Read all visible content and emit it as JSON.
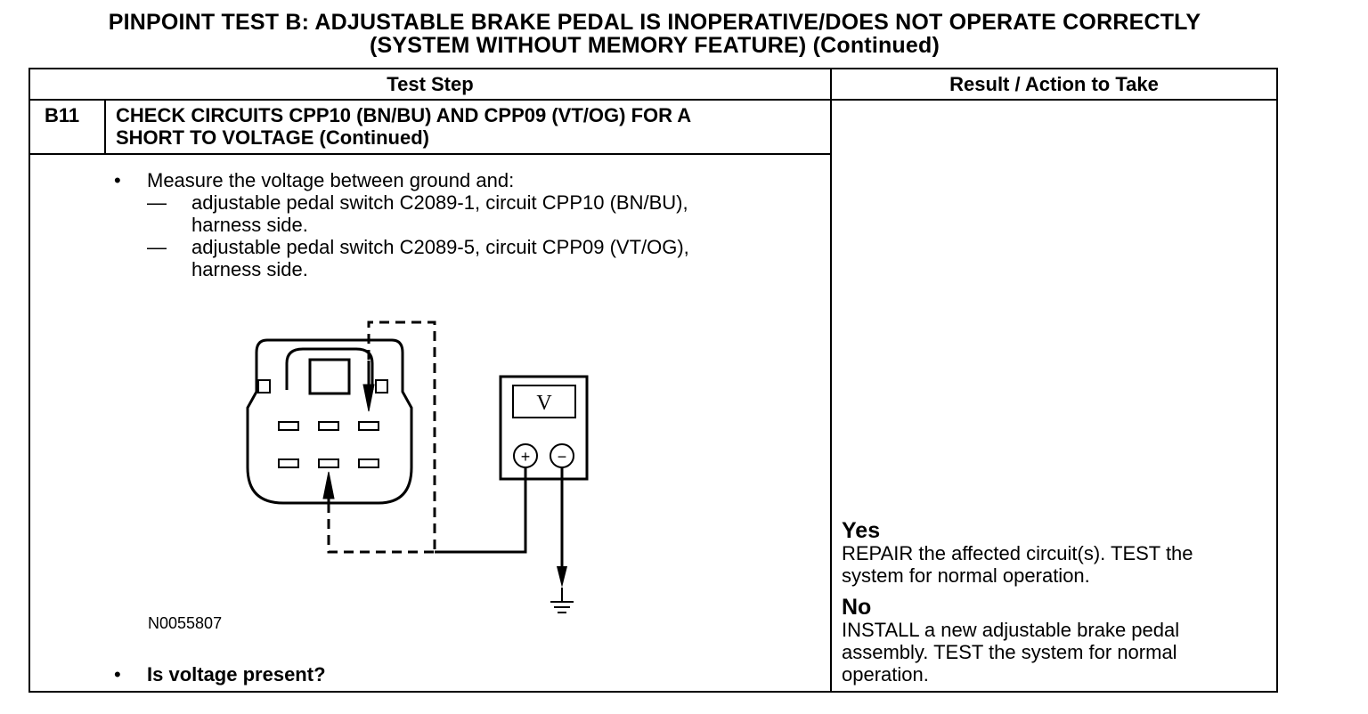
{
  "header": {
    "title_line1": "PINPOINT TEST  B: ADJUSTABLE BRAKE PEDAL IS INOPERATIVE/DOES NOT OPERATE CORRECTLY",
    "title_line2": "(SYSTEM WITHOUT MEMORY FEATURE) (Continued)"
  },
  "table": {
    "col_test_step": "Test Step",
    "col_result": "Result / Action to Take"
  },
  "step": {
    "id": "B11",
    "title_line1": "CHECK CIRCUITS CPP10 (BN/BU) AND CPP09 (VT/OG) FOR A",
    "title_line2": "SHORT TO VOLTAGE (Continued)",
    "bullet_symbol": "•",
    "dash_symbol": "—",
    "instruction": "Measure the voltage between ground and:",
    "items": [
      {
        "line1": "adjustable pedal switch C2089-1, circuit CPP10 (BN/BU),",
        "line2": "harness side."
      },
      {
        "line1": "adjustable pedal switch C2089-5, circuit CPP09 (VT/OG),",
        "line2": "harness side."
      }
    ],
    "figure_id": "N0055807",
    "meter_label": "V",
    "meter_plus": "+",
    "meter_minus": "−",
    "question": "Is voltage present?"
  },
  "results": {
    "yes_label": "Yes",
    "yes_line1": "REPAIR the affected circuit(s). TEST the",
    "yes_line2": "system for normal operation.",
    "no_label": "No",
    "no_line1": "INSTALL a new adjustable brake pedal",
    "no_line2": "assembly. TEST the system for normal",
    "no_line3": "operation."
  }
}
